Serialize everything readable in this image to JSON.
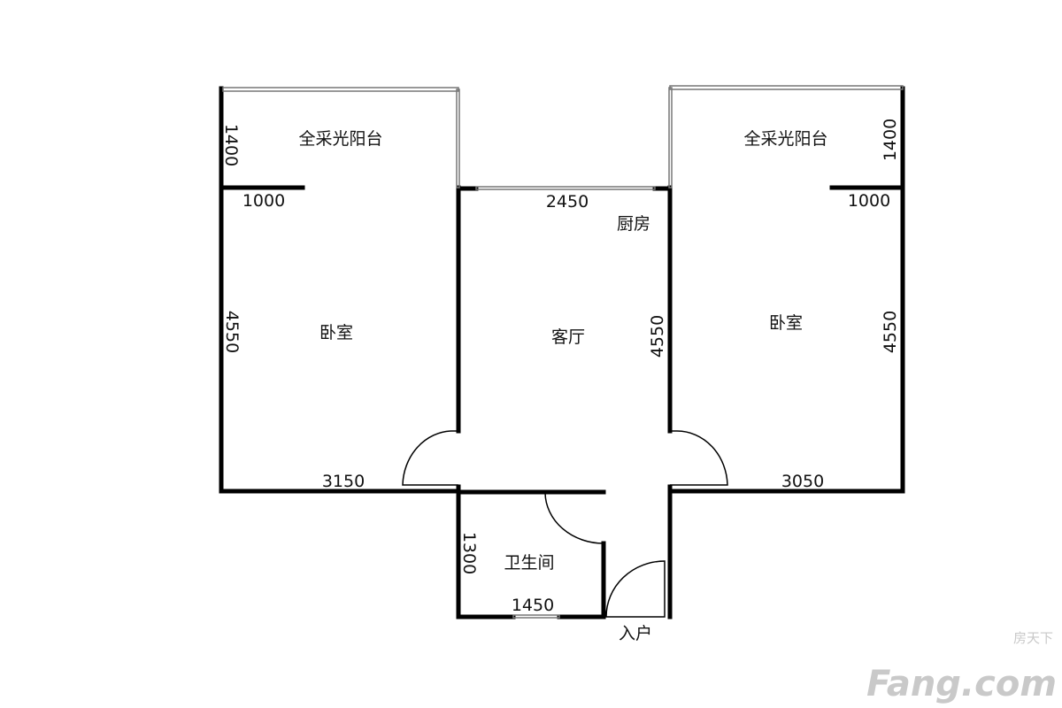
{
  "rooms": {
    "balcony_left": "全采光阳台",
    "balcony_right": "全采光阳台",
    "bedroom_left": "卧室",
    "bedroom_right": "卧室",
    "living_room": "客厅",
    "kitchen": "厨房",
    "bathroom": "卫生间",
    "entrance": "入户"
  },
  "dimensions": {
    "balcony_left_depth": "1400",
    "balcony_left_stub": "1000",
    "balcony_right_depth": "1400",
    "balcony_right_stub": "1000",
    "living_width": "2450",
    "living_depth": "4550",
    "bedroom_left_depth": "4550",
    "bedroom_left_width": "3150",
    "bedroom_right_depth": "4550",
    "bedroom_right_width": "3050",
    "bathroom_depth": "1300",
    "bathroom_width": "1450"
  },
  "watermark": {
    "brand": "Fang.com",
    "chinese": "房天下"
  }
}
